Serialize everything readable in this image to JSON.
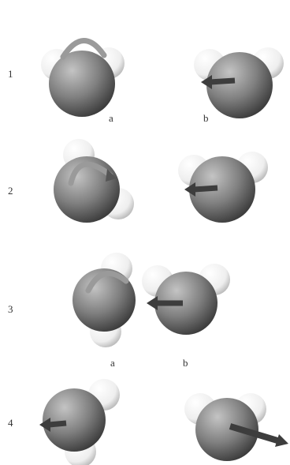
{
  "rows": [
    {
      "number": "1",
      "labels": [
        "a",
        "b"
      ]
    },
    {
      "number": "2",
      "labels": []
    },
    {
      "number": "3",
      "labels": [
        "a",
        "b"
      ]
    },
    {
      "number": "4",
      "labels": []
    }
  ],
  "colors": {
    "oxygen_light": "#b9b9b9",
    "oxygen_mid": "#7f7f7f",
    "oxygen_dark": "#3a3a3a",
    "hydrogen_light": "#ffffff",
    "hydrogen_dark": "#bfbfbf",
    "arrow": "#3d3d3d",
    "band": "#9a9a9a",
    "text": "#333333"
  },
  "icons": {
    "molecule": "water-molecule-icon",
    "dipole": "dipole-arrow-icon",
    "rotation": "rotation-band-icon"
  }
}
